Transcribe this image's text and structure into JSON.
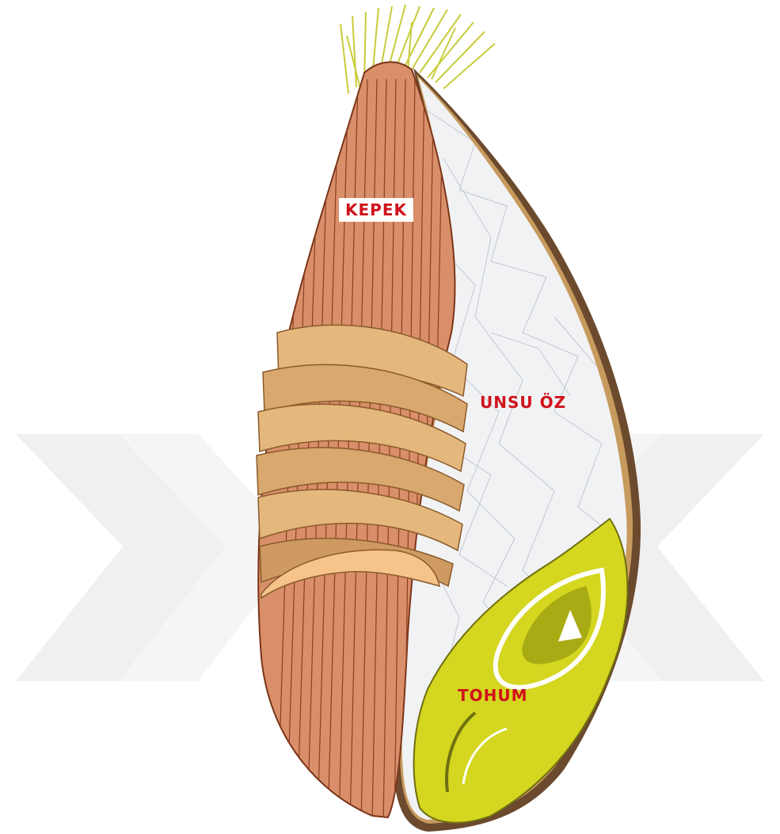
{
  "diagram": {
    "labels": {
      "bran": "KEPEK",
      "endosperm": "UNSU ÖZ",
      "germ": "TOHUM"
    }
  },
  "colors": {
    "bran": "#d98f6a",
    "bran_line": "#8a3f22",
    "aleurone": "#e4b77c",
    "endosperm": "#f1f2f4",
    "germ": "#d4d61f",
    "hairs": "#c8cc3a",
    "label_text": "#d0121b",
    "watermark": "#eeeeee"
  }
}
